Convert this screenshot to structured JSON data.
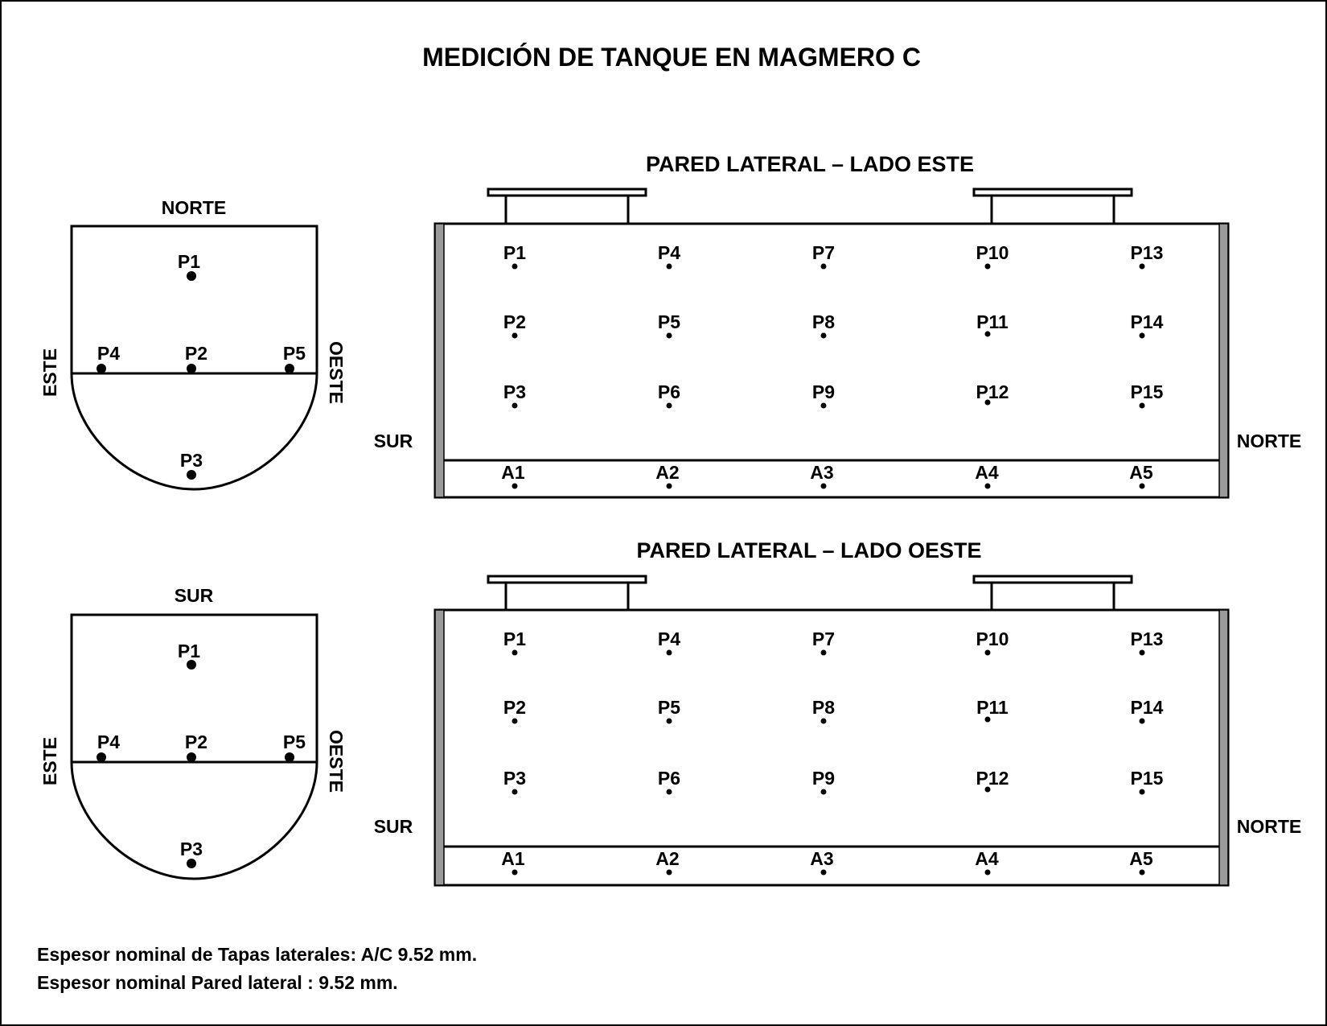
{
  "title": "MEDICIÓN DE TANQUE EN MAGMERO C",
  "end_caps": [
    {
      "top_label": "NORTE",
      "left_label": "ESTE",
      "right_label": "OESTE",
      "points": [
        "P1",
        "P2",
        "P3",
        "P4",
        "P5"
      ]
    },
    {
      "top_label": "SUR",
      "left_label": "ESTE",
      "right_label": "OESTE",
      "points": [
        "P1",
        "P2",
        "P3",
        "P4",
        "P5"
      ]
    }
  ],
  "walls": [
    {
      "title": "PARED LATERAL – LADO ESTE",
      "left_label": "SUR",
      "right_label": "NORTE",
      "points": [
        "P1",
        "P2",
        "P3",
        "P4",
        "P5",
        "P6",
        "P7",
        "P8",
        "P9",
        "P10",
        "P11",
        "P12",
        "P13",
        "P14",
        "P15"
      ],
      "bottom_points": [
        "A1",
        "A2",
        "A3",
        "A4",
        "A5"
      ]
    },
    {
      "title": "PARED LATERAL – LADO OESTE",
      "left_label": "SUR",
      "right_label": "NORTE",
      "points": [
        "P1",
        "P2",
        "P3",
        "P4",
        "P5",
        "P6",
        "P7",
        "P8",
        "P9",
        "P10",
        "P11",
        "P12",
        "P13",
        "P14",
        "P15"
      ],
      "bottom_points": [
        "A1",
        "A2",
        "A3",
        "A4",
        "A5"
      ]
    }
  ],
  "notes": [
    "Espesor nominal de Tapas laterales: A/C 9.52 mm.",
    "Espesor nominal Pared lateral : 9.52 mm."
  ]
}
